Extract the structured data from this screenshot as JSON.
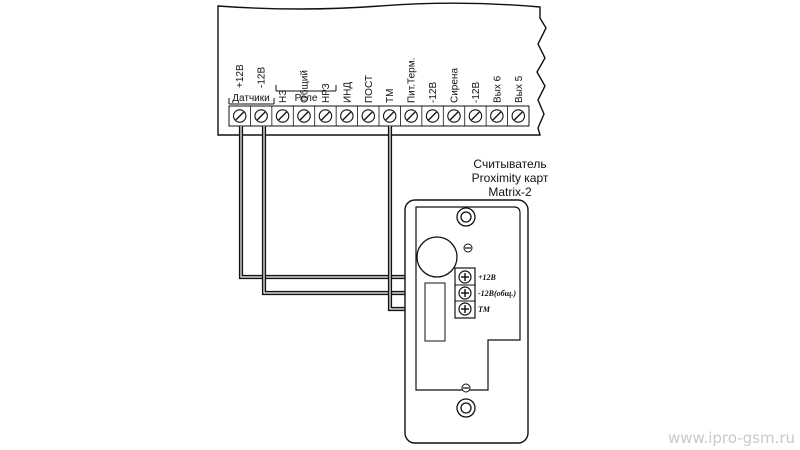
{
  "panel": {
    "terminals": [
      "+12В",
      "-12В",
      "НЗ",
      "Общий",
      "НРЗ",
      "ИНД",
      "ПОСТ",
      "ТМ",
      "Пит.Терм.",
      "-12В",
      "Сирена",
      "-12В",
      "Вых 6",
      "Вых 5"
    ],
    "groups": {
      "sensors": "Датчики",
      "relay": "Реле"
    }
  },
  "reader": {
    "title_lines": [
      "Считыватель",
      "Proximity карт",
      "Matrix-2"
    ],
    "terminals": [
      "+12В",
      "-12В(общ.)",
      "ТМ"
    ]
  },
  "wiring": [
    {
      "from": "+12В",
      "to": "+12В"
    },
    {
      "from": "-12В",
      "to": "-12В(общ.)"
    },
    {
      "from": "ТМ",
      "to": "ТМ"
    }
  ],
  "watermark": "www.ipro-gsm.ru"
}
